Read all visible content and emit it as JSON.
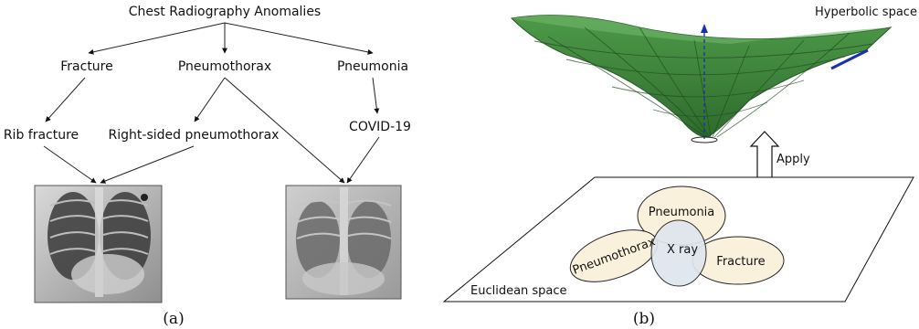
{
  "panel_a": {
    "root": "Chest Radiography Anomalies",
    "level1": [
      "Fracture",
      "Pneumothorax",
      "Pneumonia"
    ],
    "level2": [
      "Rib fracture",
      "Right-sided pneumothorax",
      "COVID-19"
    ],
    "caption": "(a)"
  },
  "panel_b": {
    "hyperbolic_label": "Hyperbolic space",
    "apply_label": "Apply",
    "euclidean_label": "Euclidean space",
    "ellipses": [
      "Pneumonia",
      "Pneumothorax",
      "X ray",
      "Fracture"
    ],
    "caption": "(b)"
  },
  "colors": {
    "ellipse_fill": "#faf1dc",
    "xray_fill": "#dfe5ee",
    "surface_green": "#3e8a3c",
    "axis_blue": "#1a2fb0"
  }
}
